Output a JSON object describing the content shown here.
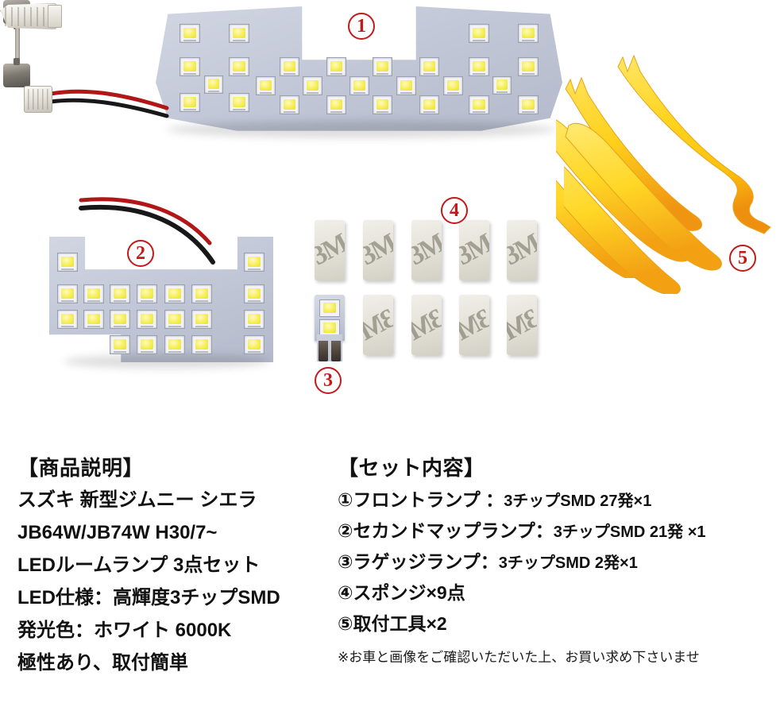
{
  "product": {
    "description_heading": "【商品説明】",
    "description_lines": [
      "スズキ 新型ジムニー シエラ",
      "JB64W/JB74W H30/7~",
      "LEDルームランプ 3点セット",
      "LED仕様：高輝度3チップSMD",
      "発光色：ホワイト 6000K",
      "極性あり、取付簡単"
    ],
    "set_heading": "【セット内容】",
    "set_items": [
      {
        "index": "①",
        "name": "フロントランプ ：",
        "spec": "3チップSMD 27発×1"
      },
      {
        "index": "②",
        "name": "セカンドマップランプ：",
        "spec": "3チップSMD 21発 ×1"
      },
      {
        "index": "③",
        "name": "ラゲッジランプ：",
        "spec": "3チップSMD 2発×1"
      },
      {
        "index": "④",
        "name": "スポンジ×9点",
        "spec": ""
      },
      {
        "index": "⑤",
        "name": "取付工具×2",
        "spec": ""
      }
    ],
    "footnote": "※お車と画像をご確認いただいた上、お買い求め下さいませ"
  },
  "markers": {
    "one": "1",
    "two": "2",
    "three": "3",
    "four": "4",
    "five": "5"
  },
  "parts": {
    "panel1": {
      "name": "front-lamp-panel",
      "led_count": 27
    },
    "panel2": {
      "name": "second-map-lamp-panel",
      "led_count": 21
    },
    "bulb3": {
      "name": "luggage-lamp-t10-bulb",
      "led_count": 2
    },
    "sponges": {
      "name": "3m-sponge-pads",
      "count": 9,
      "logo": "3M"
    },
    "tools": {
      "name": "trim-removal-pry-tools",
      "count": 4
    }
  },
  "colors": {
    "marker_red": "#c21a1a",
    "pcb_blue": "#c5c9d8",
    "led_yellow": "#f6ee55",
    "tool_yellow": "#ffd41f",
    "tool_orange": "#f0920f",
    "sponge_beige": "#e4e2d8",
    "text_black": "#111111",
    "background": "#ffffff"
  }
}
